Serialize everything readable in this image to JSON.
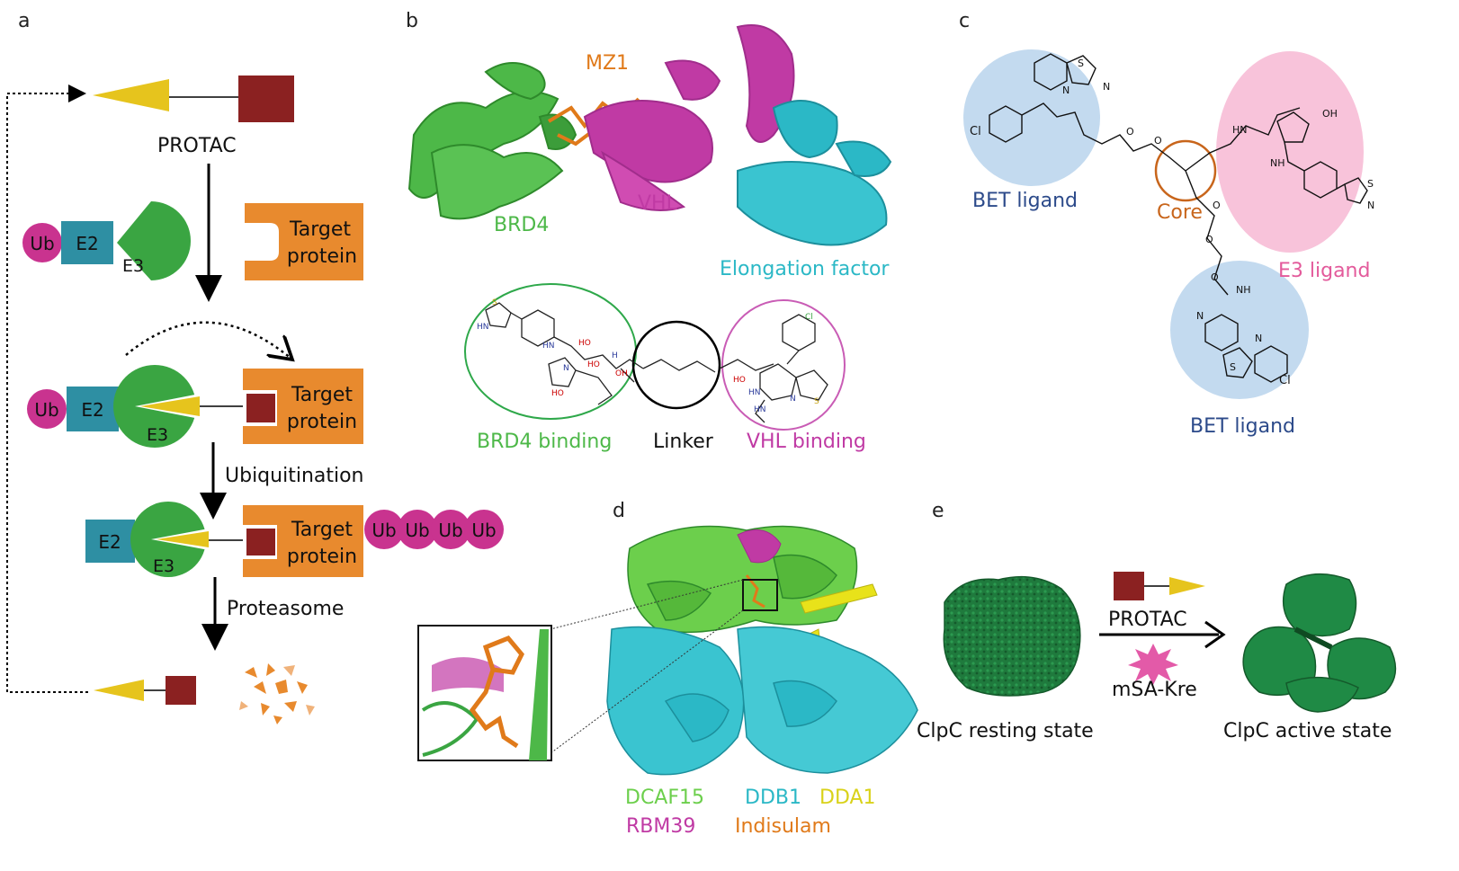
{
  "panel_a": {
    "letter": "a",
    "protac": "PROTAC",
    "ub": "Ub",
    "e2": "E2",
    "e3": "E3",
    "target_line1": "Target",
    "target_line2": "protein",
    "ubiquitination": "Ubiquitination",
    "proteasome": "Proteasome"
  },
  "panel_b": {
    "letter": "b",
    "mz1": "MZ1",
    "brd4": "BRD4",
    "vhl": "VHL",
    "elongation": "Elongation factor",
    "brd4_binding": "BRD4 binding",
    "linker": "Linker",
    "vhl_binding": "VHL binding"
  },
  "panel_c": {
    "letter": "c",
    "bet_ligand_top": "BET ligand",
    "core": "Core",
    "e3_ligand": "E3 ligand",
    "bet_ligand_bottom": "BET ligand",
    "cl": "Cl"
  },
  "panel_d": {
    "letter": "d",
    "dcaf15": "DCAF15",
    "ddb1": "DDB1",
    "dda1": "DDA1",
    "rbm39": "RBM39",
    "indisulam": "Indisulam"
  },
  "panel_e": {
    "letter": "e",
    "protac": "PROTAC",
    "msa_kre": "mSA-Kre",
    "resting": "ClpC resting state",
    "active": "ClpC active state"
  },
  "colors": {
    "ub": "#c9338f",
    "e2": "#2e8fa3",
    "e3": "#3aa542",
    "target": "#e88a2e",
    "warhead": "#8b2121",
    "ligand": "#e6c41d",
    "brd4": "#4db848",
    "vhl": "#c03aa4",
    "elongation": "#2bb8c6",
    "bet_blue": "#2c4a8a",
    "e3_pink": "#e35a9b",
    "core_orange": "#c8651b",
    "clpc": "#1f7a3d"
  }
}
